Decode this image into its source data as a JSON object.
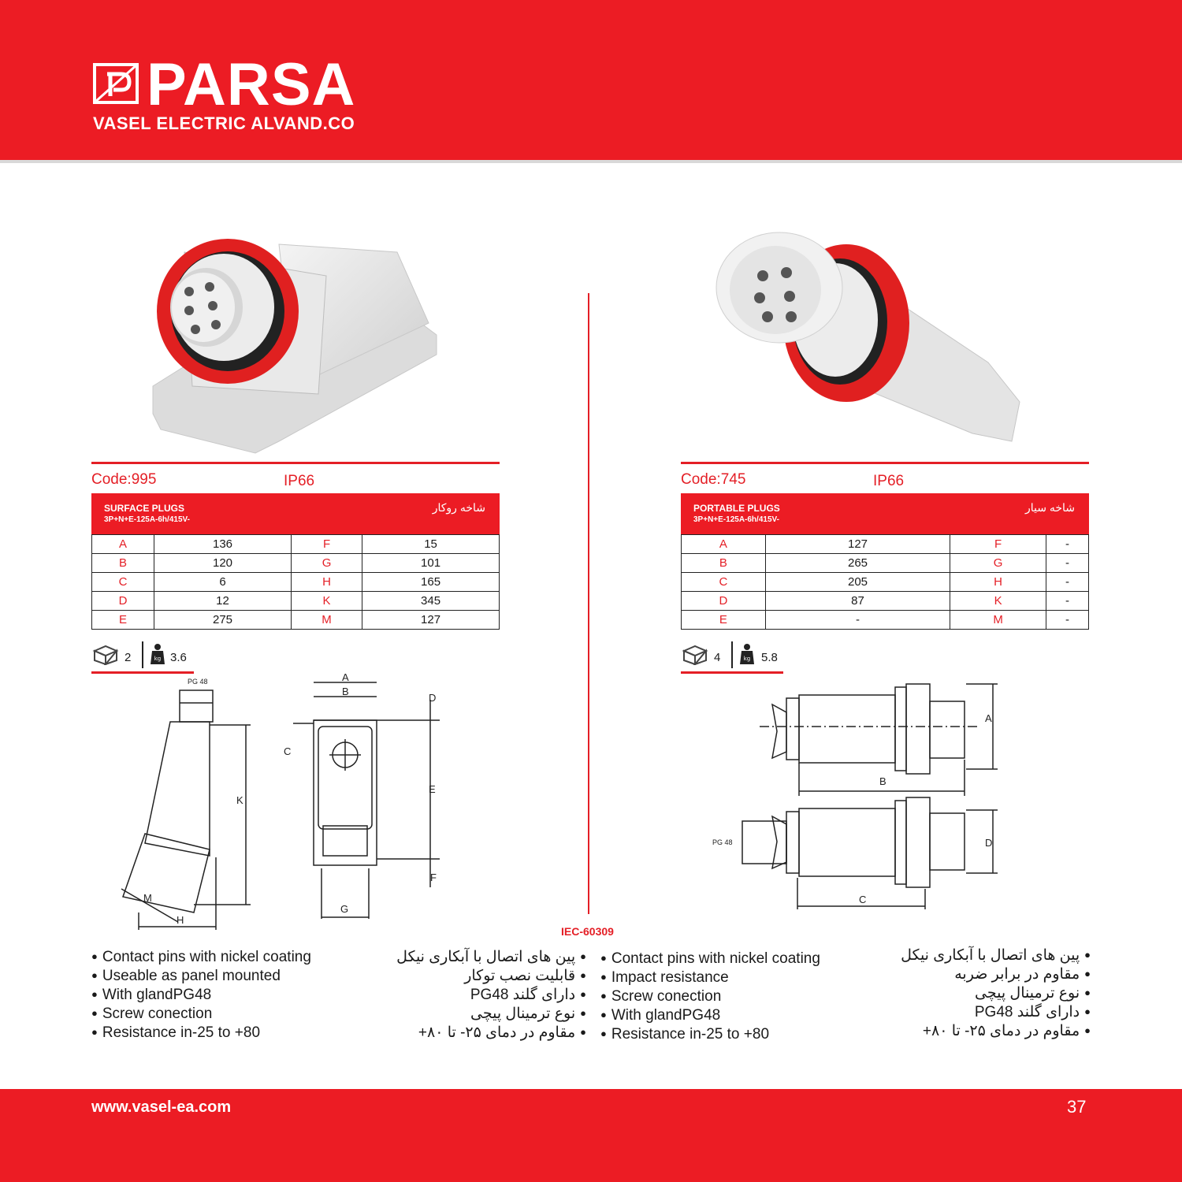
{
  "header": {
    "brand": "PARSA",
    "company": "VASEL ELECTRIC ALVAND.CO",
    "colors": {
      "brand_red": "#ec1c24",
      "text_red": "#e41f26"
    }
  },
  "left": {
    "code": "Code:995",
    "ip": "IP66",
    "spec_title": "SURFACE PLUGS",
    "spec_sub": "3P+N+E-125A-6h/415V-",
    "spec_fa": "شاخه روکار",
    "rows": [
      [
        "A",
        "136",
        "F",
        "15"
      ],
      [
        "B",
        "120",
        "G",
        "101"
      ],
      [
        "C",
        "6",
        "H",
        "165"
      ],
      [
        "D",
        "12",
        "K",
        "345"
      ],
      [
        "E",
        "275",
        "M",
        "127"
      ]
    ],
    "pack_qty": "2",
    "weight": "3.6",
    "drawing_labels": {
      "pg": "PG 48",
      "A": "A",
      "B": "B",
      "C": "C",
      "D": "D",
      "E": "E",
      "F": "F",
      "G": "G",
      "H": "H",
      "K": "K",
      "M": "M"
    },
    "features_en": [
      "Contact pins with nickel coating",
      "Useable as panel mounted",
      "With glandPG48",
      "Screw conection",
      "Resistance in-25 to +80"
    ],
    "features_fa": [
      "پین های اتصال با آبکاری نیکل",
      "قابلیت نصب توکار",
      "دارای گلند PG48",
      "نوع ترمینال پیچی",
      "مقاوم در دمای ۲۵- تا ۸۰+"
    ]
  },
  "right": {
    "code": "Code:745",
    "ip": "IP66",
    "spec_title": "PORTABLE PLUGS",
    "spec_sub": "3P+N+E-125A-6h/415V-",
    "spec_fa": "شاخه سیار",
    "rows": [
      [
        "A",
        "127",
        "F",
        "-"
      ],
      [
        "B",
        "265",
        "G",
        "-"
      ],
      [
        "C",
        "205",
        "H",
        "-"
      ],
      [
        "D",
        "87",
        "K",
        "-"
      ],
      [
        "E",
        "-",
        "M",
        "-"
      ]
    ],
    "pack_qty": "4",
    "weight": "5.8",
    "drawing_labels": {
      "pg": "PG 48",
      "A": "A",
      "B": "B",
      "C": "C",
      "D": "D"
    },
    "features_en": [
      "Contact pins with nickel coating",
      "Impact resistance",
      "Screw conection",
      "With glandPG48",
      "Resistance in-25 to +80"
    ],
    "features_fa": [
      "پین های اتصال با آبکاری نیکل",
      "مقاوم در برابر ضربه",
      "نوع ترمینال پیچی",
      "دارای گلند PG48",
      "مقاوم در دمای ۲۵- تا ۸۰+"
    ]
  },
  "standard": "IEC-60309",
  "footer": {
    "website": "www.vasel-ea.com",
    "page": "37"
  }
}
